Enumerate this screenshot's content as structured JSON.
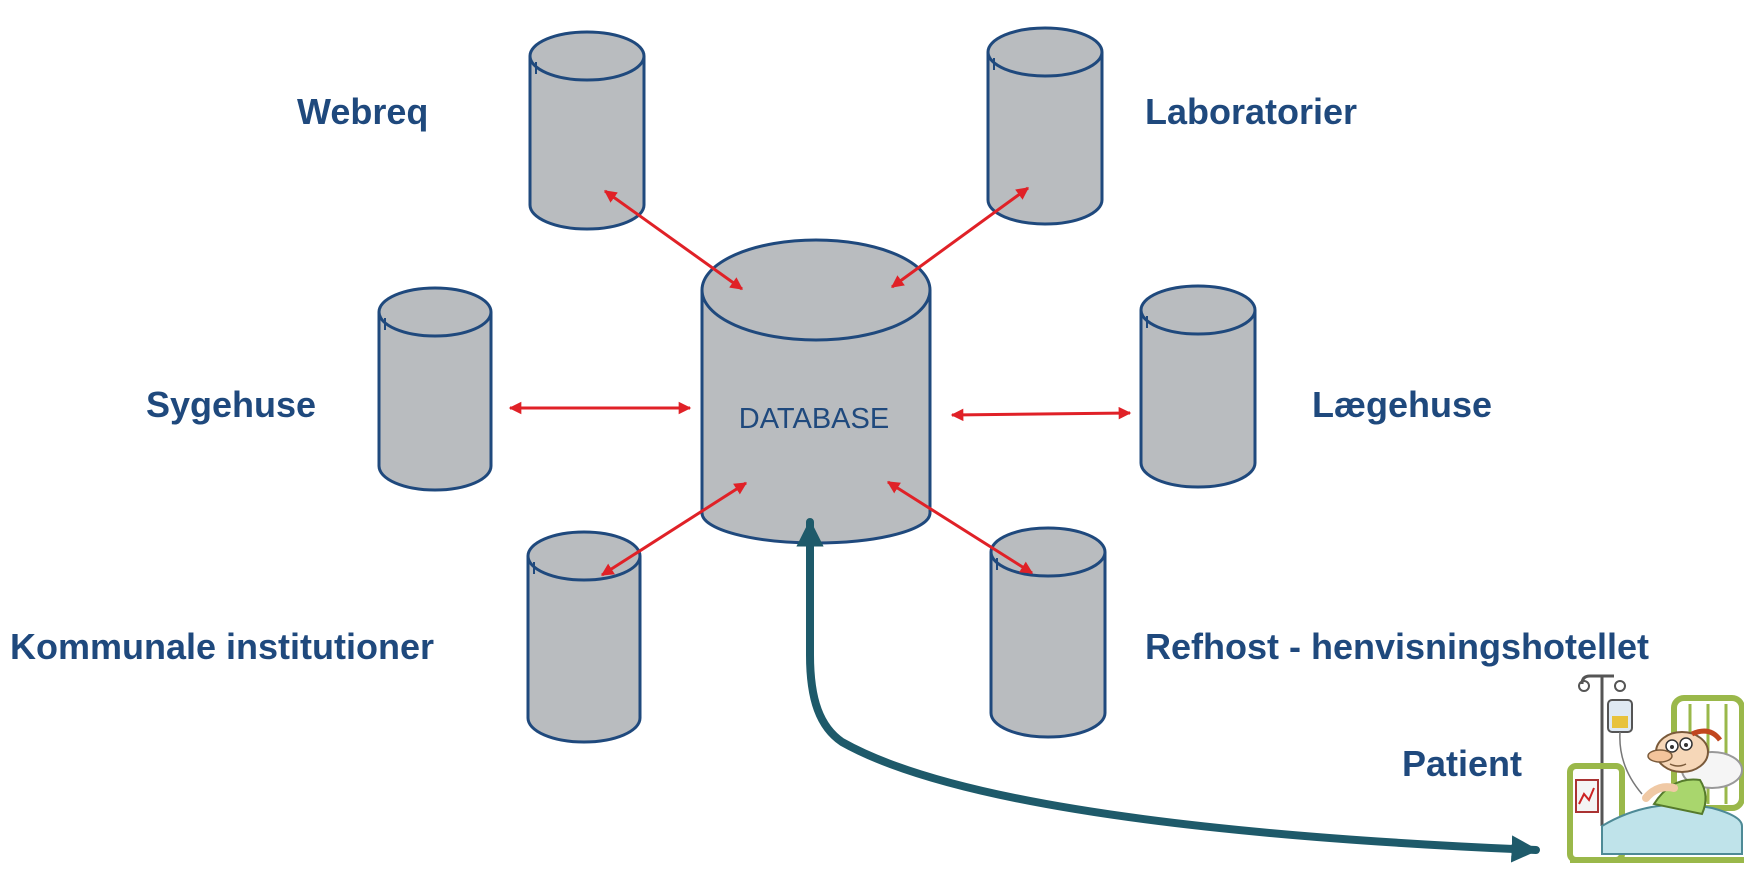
{
  "center": {
    "label": "DATABASE"
  },
  "nodes": {
    "webreq": "Webreq",
    "laboratorier": "Laboratorier",
    "sygehuse": "Sygehuse",
    "laegehuse": "Lægehuse",
    "kommunale": "Kommunale institutioner",
    "refhost": "Refhost - henvisningshotellet",
    "patient": "Patient"
  },
  "colors": {
    "label_text": "#1f497d",
    "cylinder_fill": "#b9bcbf",
    "cylinder_outline": "#1f497d",
    "arrow": "#e02127",
    "patient_link": "#1e5a6a"
  },
  "icons": {
    "patient": "patient-in-hospital-bed-icon"
  }
}
